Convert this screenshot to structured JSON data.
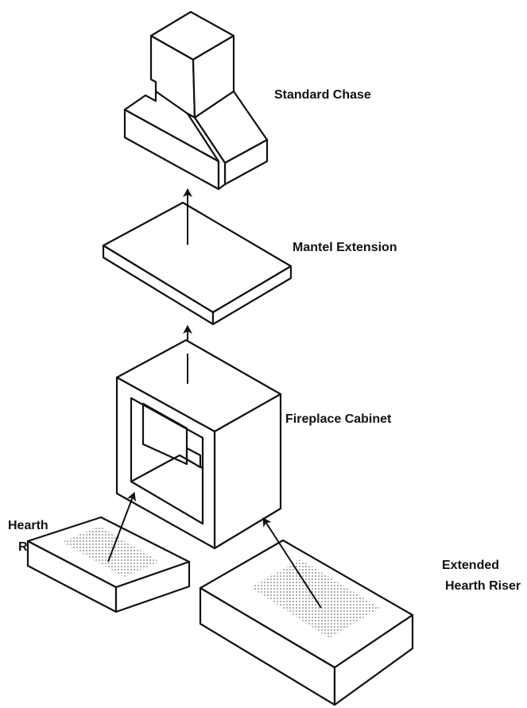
{
  "labels": {
    "standard_chase": "Standard Chase",
    "mantel_extension": "Mantel Extension",
    "fireplace_cabinet": "Fireplace Cabinet",
    "hearth_line1": "Hearth",
    "hearth_line2": "R",
    "extended_line1": "Extended",
    "extended_line2": "Hearth Riser"
  },
  "colors": {
    "line": "#111111",
    "hatch": "#bdbdbd",
    "background": "#ffffff"
  }
}
